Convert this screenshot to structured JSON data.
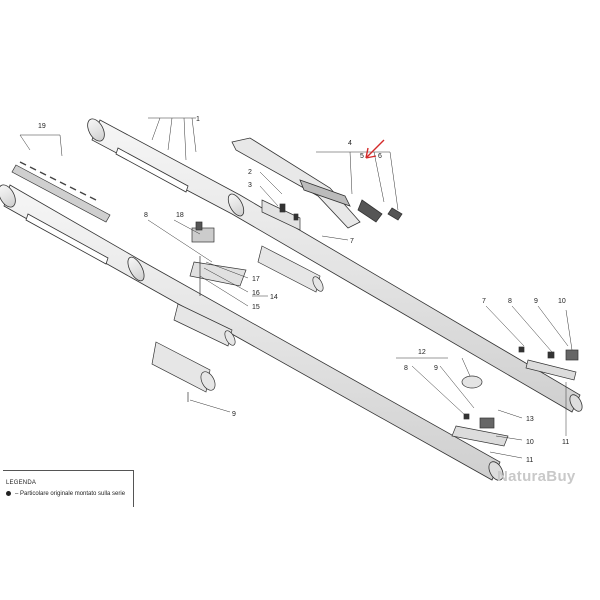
{
  "callouts": {
    "c1": "1",
    "c2": "2",
    "c3": "3",
    "c4": "4",
    "c5": "5",
    "c6": "6",
    "c7a": "7",
    "c8a": "8",
    "c18": "18",
    "c17": "17",
    "c16": "16",
    "c15": "15",
    "c14": "14",
    "c19": "19",
    "c9a": "9",
    "c7b": "7",
    "c8b": "8",
    "c9b": "9",
    "c10a": "10",
    "c11a": "11",
    "c12": "12",
    "c8c": "8",
    "c9c": "9",
    "c13": "13",
    "c10b": "10",
    "c11b": "11"
  },
  "legend": {
    "title": "LEGENDA",
    "item": "– Particolare originale montato sulla serie"
  },
  "watermark": "NaturaBuy",
  "colors": {
    "line": "#333333",
    "highlight": "#d42a2a",
    "fill": "#ededed",
    "dark": "#555555"
  }
}
